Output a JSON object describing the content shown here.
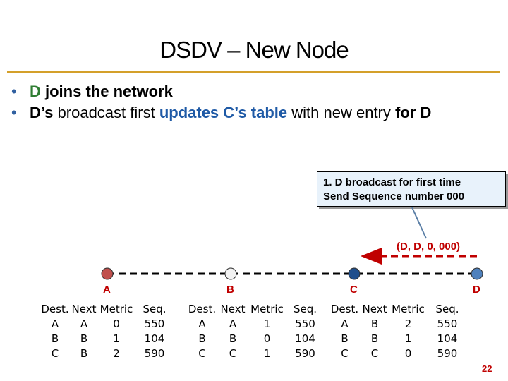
{
  "title": "DSDV – New Node",
  "bullets": [
    {
      "parts": [
        {
          "text": "D",
          "style": "green"
        },
        {
          "text": " joins the network",
          "style": "b"
        }
      ]
    },
    {
      "parts": [
        {
          "text": "D’s",
          "style": "b"
        },
        {
          "text": " broadcast first ",
          "style": ""
        },
        {
          "text": "updates C’s table",
          "style": "blue"
        },
        {
          "text": " with new entry ",
          "style": ""
        },
        {
          "text": "for D",
          "style": "b"
        }
      ]
    }
  ],
  "callout": {
    "line1": "1. D broadcast for first time",
    "line2": "Send Sequence number 000"
  },
  "packet": "(D, D, 0, 000)",
  "nodes": [
    {
      "label": "A",
      "color": "#c0504d"
    },
    {
      "label": "B",
      "color": "#f2f2f2"
    },
    {
      "label": "C",
      "color": "#1f4e8c"
    },
    {
      "label": "D",
      "color": "#4f81bd"
    }
  ],
  "table_headers": [
    "Dest.",
    "Next",
    "Metric",
    "Seq."
  ],
  "tables": [
    {
      "rows": [
        [
          "A",
          "A",
          "0",
          "550"
        ],
        [
          "B",
          "B",
          "1",
          "104"
        ],
        [
          "C",
          "B",
          "2",
          "590"
        ]
      ]
    },
    {
      "rows": [
        [
          "A",
          "A",
          "1",
          "550"
        ],
        [
          "B",
          "B",
          "0",
          "104"
        ],
        [
          "C",
          "C",
          "1",
          "590"
        ]
      ]
    },
    {
      "rows": [
        [
          "A",
          "B",
          "2",
          "550"
        ],
        [
          "B",
          "B",
          "1",
          "104"
        ],
        [
          "C",
          "C",
          "0",
          "590"
        ]
      ]
    }
  ],
  "page_number": "22"
}
